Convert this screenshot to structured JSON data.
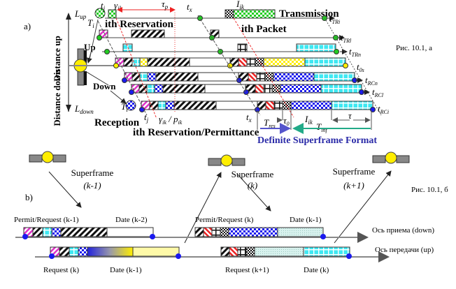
{
  "panel_a": {
    "label": "a)",
    "caption": "Рис. 10.1, а",
    "axis_up_label": "Distance up",
    "axis_down_label": "Distance down",
    "L_up": "L",
    "L_up_sub": "up",
    "L_down": "L",
    "L_down_sub": "down",
    "up_label": "Up",
    "down_label": "Down",
    "transmission_label": "Transmission",
    "reception_label": "Reception",
    "reservation_label": "ith Reservation",
    "packet_label": "ith Packet",
    "reservation_permittance_label": "ith Reservation/Permittance",
    "definite_superframe_label": "Definite Superframe Format",
    "symbols": {
      "t_j": "t",
      "t_j_sub": "j",
      "T_i": "T",
      "T_i_sub": "i",
      "gamma_ik": "γ",
      "gamma_ik_sub": "ik",
      "tau_p": "τ",
      "tau_p_sub": "p",
      "t_x": "t",
      "t_x_sub": "x",
      "I_ik": "I",
      "I_ik_sub": "ik",
      "gamma_p": "γ",
      "gamma_p_sub": "ik",
      "p_ik": "p",
      "p_ik_sub": "ik",
      "T_res": "T",
      "T_res_sub": "res",
      "tau_0": "τ",
      "tau_0_sub": "0",
      "T_inf": "T",
      "T_inf_sub": "inf",
      "tau": "τ"
    },
    "right_labels": [
      {
        "main": "t",
        "sub": "TRi"
      },
      {
        "main": "t",
        "sub": "TRl"
      },
      {
        "main": "t",
        "sub": "TRn"
      },
      {
        "main": "t",
        "sub": "0s"
      },
      {
        "main": "t",
        "sub": "RCn"
      },
      {
        "main": "t",
        "sub": "RCl"
      },
      {
        "main": "t",
        "sub": "RCi"
      }
    ]
  },
  "panel_b": {
    "label": "b)",
    "caption": "Рис. 10.1, б",
    "superframes": [
      {
        "title": "Superframe",
        "index": "(k-1)"
      },
      {
        "title": "Superframe",
        "index": "(k)"
      },
      {
        "title": "Superframe",
        "index": "(k+1)"
      }
    ],
    "down_axis_label": "Ось приема (down)",
    "up_axis_label": "Ось передачи (up)",
    "frame_labels": {
      "permit_request_k1": "Permit/Request (k-1)",
      "date_k2": "Date (k-2)",
      "request_k": "Request (k)",
      "date_k1_up": "Date (k-1)",
      "permit_request_k": "Permit/Request (k)",
      "date_k1_down": "Date (k-1)",
      "request_k_plus1": "Request (k+1)",
      "date_k": "Date (k)"
    }
  },
  "colors": {
    "green": "#22cc22",
    "cyan": "#33e8f0",
    "blue": "#1a1aee",
    "yellow": "#ffee00",
    "magenta": "#ee33cc",
    "red": "#ee2222",
    "title_blue": "#2a2aa8"
  }
}
